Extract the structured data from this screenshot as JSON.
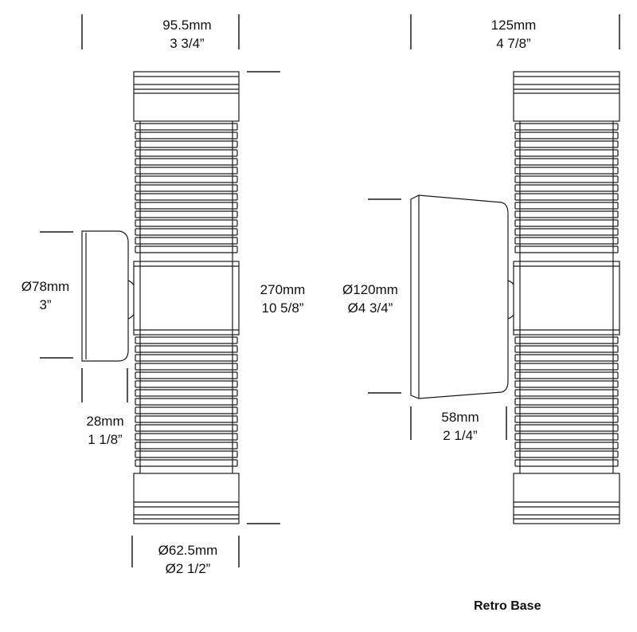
{
  "dimensions": {
    "left_width": {
      "metric": "95.5mm",
      "imperial": "3 3/4”"
    },
    "right_width": {
      "metric": "125mm",
      "imperial": "4 7/8”"
    },
    "height": {
      "metric": "270mm",
      "imperial": "10 5/8”"
    },
    "left_base_diameter": {
      "metric": "Ø78mm",
      "imperial": "3”"
    },
    "left_base_depth": {
      "metric": "28mm",
      "imperial": "1 1/8”"
    },
    "body_diameter": {
      "metric": "Ø62.5mm",
      "imperial": "Ø2 1/2”"
    },
    "right_base_diameter": {
      "metric": "Ø120mm",
      "imperial": "Ø4 3/4”"
    },
    "right_base_depth": {
      "metric": "58mm",
      "imperial": "2 1/4”"
    }
  },
  "caption": "Retro Base",
  "line_color": "#1a1a1a"
}
